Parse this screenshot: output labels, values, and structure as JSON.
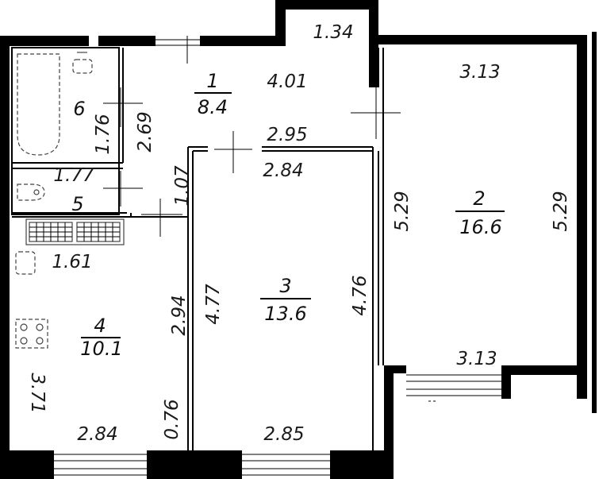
{
  "rooms": [
    {
      "num": "1",
      "area": "8.4"
    },
    {
      "num": "2",
      "area": "16.6"
    },
    {
      "num": "3",
      "area": "13.6"
    },
    {
      "num": "4",
      "area": "10.1"
    },
    {
      "num": "5",
      "area": ""
    },
    {
      "num": "6",
      "area": ""
    }
  ],
  "dimensions": {
    "hall_top": "1.34",
    "hall_right": "4.01",
    "hall_mid": "2.95",
    "hall_left": "2.69",
    "hall_opening": "1.07",
    "r2_top": "3.13",
    "r2_bottom": "3.13",
    "r2_left": "5.29",
    "r2_right": "5.29",
    "r3_top": "2.84",
    "r3_bottom": "2.85",
    "r3_left": "4.77",
    "r3_right": "4.76",
    "r4_top": "1.61",
    "r4_right": "2.94",
    "r4_left": "3.71",
    "r4_bottom": "2.84",
    "r4_corner": "0.76",
    "bath_side": "1.76",
    "wc_top": "1.77"
  }
}
